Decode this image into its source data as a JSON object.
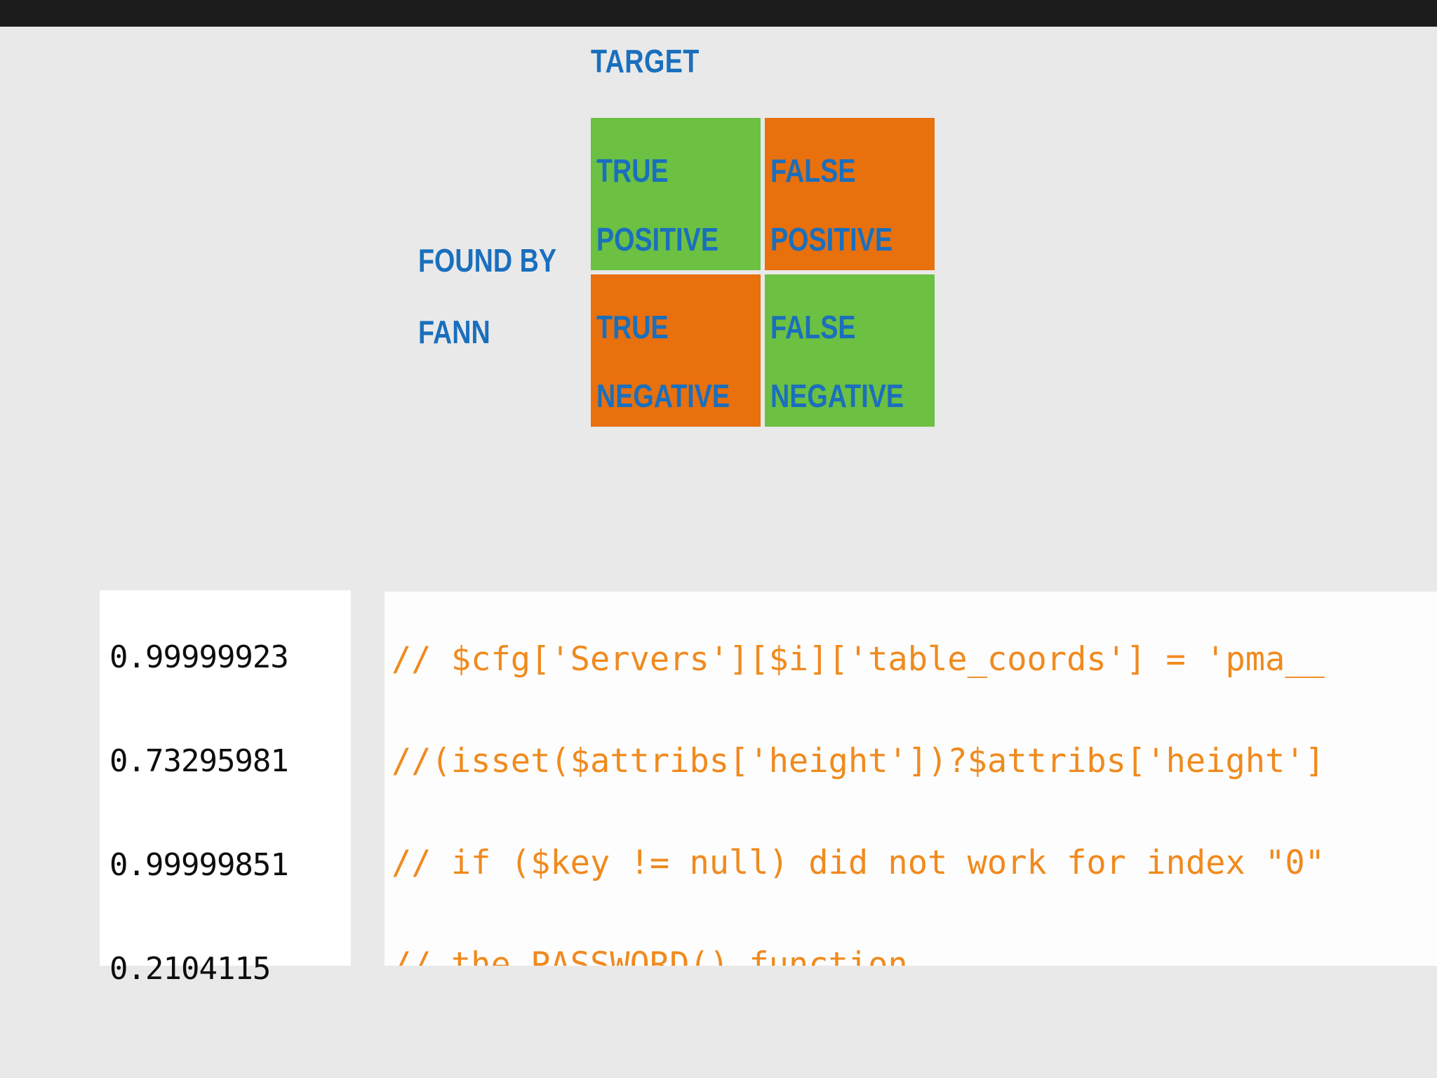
{
  "slide": {
    "background_color": "#e9e9ea",
    "topbar_color": "#1c1c1c"
  },
  "matrix": {
    "column_axis_label": "TARGET",
    "row_axis_label_line1": "FOUND BY",
    "row_axis_label_line2": "FANN",
    "label_color": "#1a6fbd",
    "positive_color": "#6cc042",
    "negative_color": "#e8700d",
    "cells": [
      {
        "line1": "TRUE",
        "line2": "POSITIVE",
        "color": "#6cc042",
        "kind": "true-positive"
      },
      {
        "line1": "FALSE",
        "line2": "POSITIVE",
        "color": "#e8700d",
        "kind": "false-positive"
      },
      {
        "line1": "TRUE",
        "line2": "NEGATIVE",
        "color": "#e8700d",
        "kind": "true-negative"
      },
      {
        "line1": "FALSE",
        "line2": "NEGATIVE",
        "color": "#6cc042",
        "kind": "false-negative"
      }
    ]
  },
  "scores": {
    "panel_background": "#ffffff",
    "text_color": "#0d0d0d",
    "values": [
      "0.99999923",
      "0.73295981",
      "0.99999851",
      "0.2104115"
    ]
  },
  "code": {
    "panel_background": "#fdfdfd",
    "text_color": "#f08a1e",
    "lines": [
      "// $cfg['Servers'][$i]['table_coords'] = 'pma__",
      "//(isset($attribs['height'])?$attribs['height']",
      "// if ($key != null) did not work for index \"0\"",
      "// the PASSWORD() function"
    ]
  }
}
